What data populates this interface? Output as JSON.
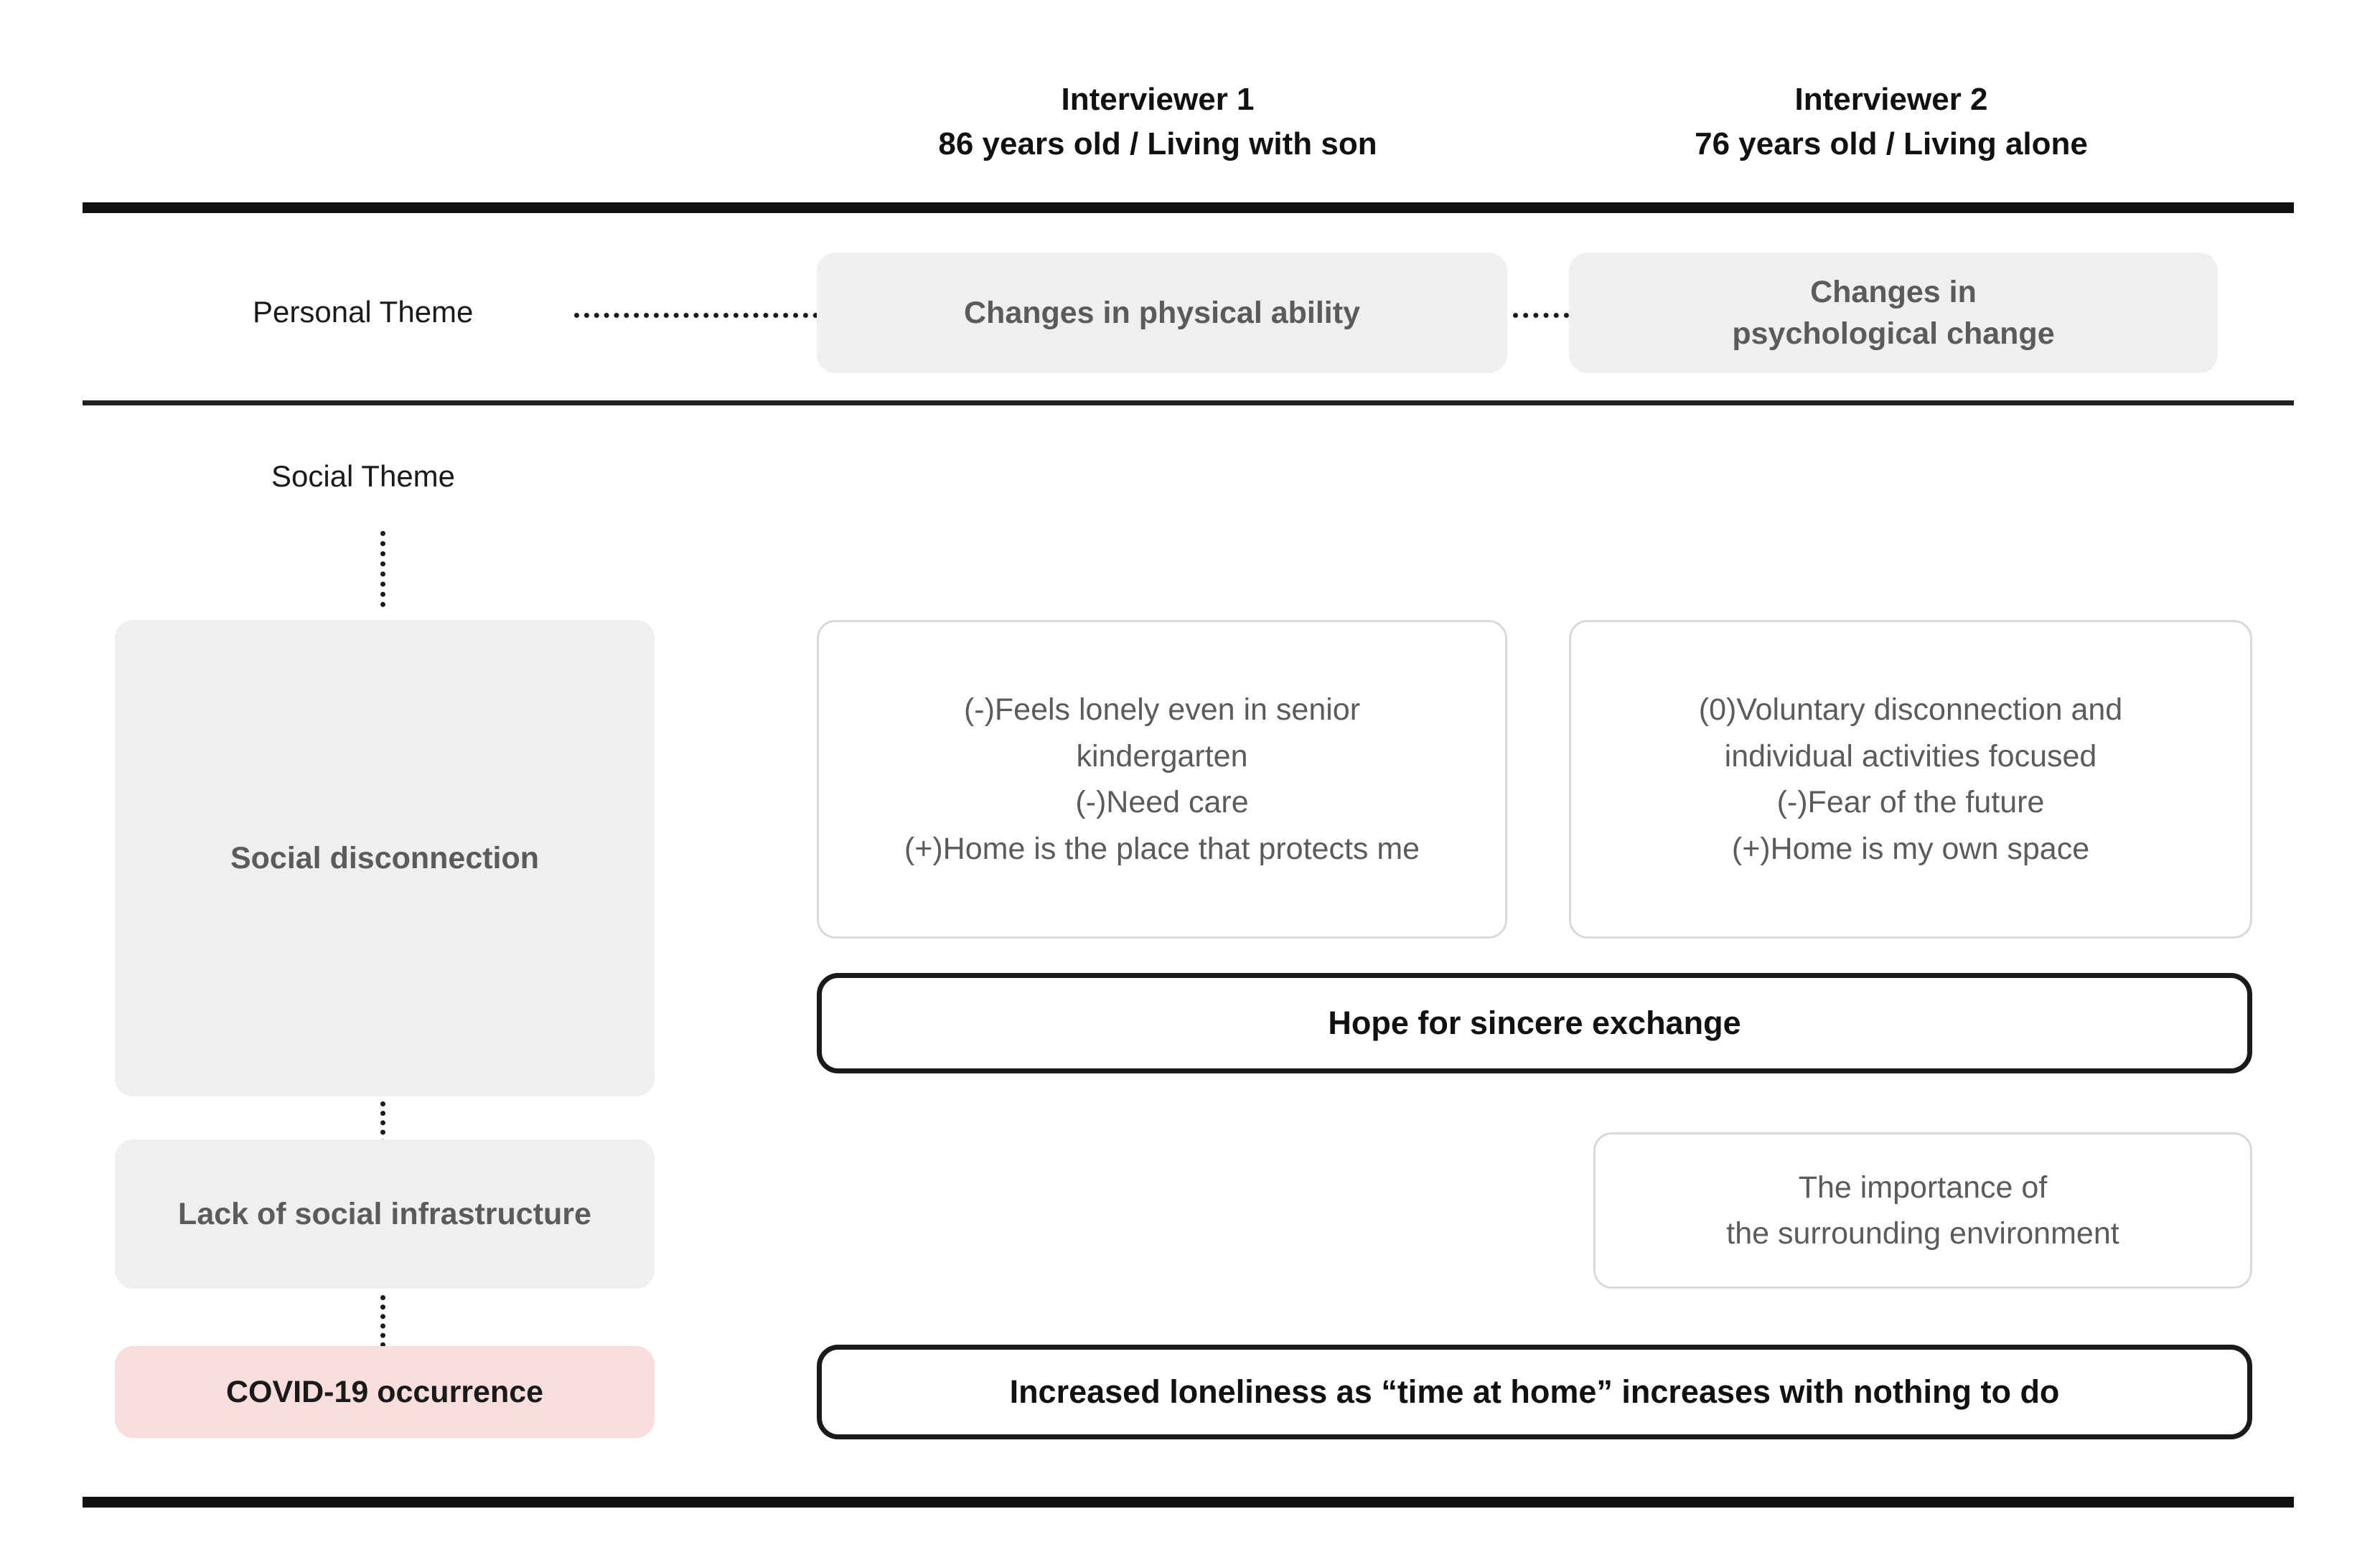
{
  "columns": [
    {
      "title": "Interviewer 1",
      "subtitle": "86 years old  / Living with son"
    },
    {
      "title": "Interviewer 2",
      "subtitle": "76 years old / Living alone"
    }
  ],
  "rows": {
    "personal_theme_label": "Personal Theme",
    "social_theme_label": "Social Theme"
  },
  "personal_themes": [
    {
      "label": "Changes in physical ability"
    },
    {
      "label": "Changes in\npsychological change"
    }
  ],
  "social_themes": [
    {
      "label": "Social disconnection"
    },
    {
      "label": "Lack of social infrastructure"
    },
    {
      "label": "COVID-19 occurrence"
    }
  ],
  "cards": {
    "interviewer1_disconnection": "(-)Feels lonely even in senior\nkindergarten\n(-)Need care\n(+)Home is the place that protects me",
    "interviewer2_disconnection": "(0)Voluntary disconnection and\nindividual activities focused\n(-)Fear of the future\n(+)Home is my own space",
    "interviewer2_infrastructure": "The importance of\nthe surrounding environment"
  },
  "bars": {
    "hope": "Hope for sincere exchange",
    "loneliness": "Increased loneliness as “time at home” increases with nothing to do"
  },
  "colors": {
    "grey_chip": "#f0efef",
    "pink_chip": "#f9dedd",
    "card_border": "#d9d9d9",
    "rule": "#111111",
    "muted_text": "#5b5b5b",
    "dark_text": "#1a1a1a"
  }
}
